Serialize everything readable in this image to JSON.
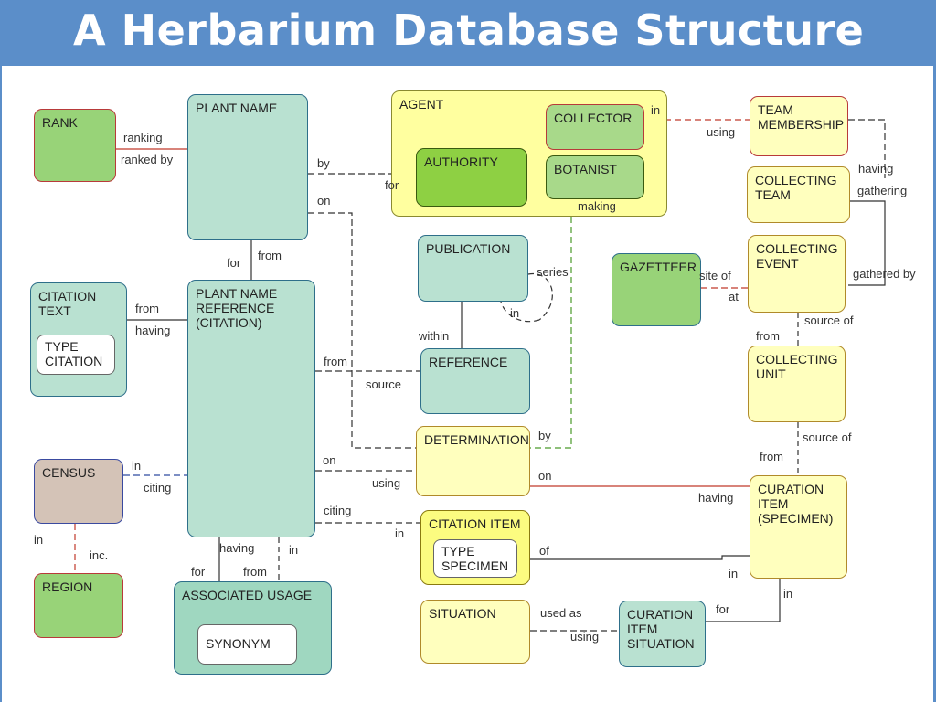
{
  "title": "A Herbarium Database Structure",
  "entities": {
    "rank": "RANK",
    "plant_name": "PLANT NAME",
    "agent": "AGENT",
    "collector": "COLLECTOR",
    "authority": "AUTHORITY",
    "botanist": "BOTANIST",
    "team_membership": "TEAM\nMEMBERSHIP",
    "collecting_team": "COLLECTING\nTEAM",
    "publication": "PUBLICATION",
    "gazetteer": "GAZETTEER",
    "collecting_event": "COLLECTING\nEVENT",
    "citation_text": "CITATION\nTEXT",
    "type_citation": "TYPE\nCITATION",
    "plant_name_reference": "PLANT NAME\nREFERENCE\n(CITATION)",
    "reference": "REFERENCE",
    "collecting_unit": "COLLECTING\nUNIT",
    "determination": "DETERMINATION",
    "census": "CENSUS",
    "curation_item": "CURATION\nITEM\n(SPECIMEN)",
    "citation_item": "CITATION ITEM",
    "type_specimen": "TYPE\nSPECIMEN",
    "region": "REGION",
    "associated_usage": "ASSOCIATED USAGE",
    "synonym": "SYNONYM",
    "situation": "SITUATION",
    "curation_item_situation": "CURATION\nITEM\nSITUATION"
  },
  "relationship_labels": [
    "ranking",
    "ranked by",
    "by",
    "for",
    "on",
    "in",
    "using",
    "making",
    "having",
    "gathering",
    "for",
    "from",
    "series",
    "in",
    "site of",
    "at",
    "gathered by",
    "from",
    "having",
    "from",
    "source",
    "within",
    "source of",
    "from",
    "by",
    "on",
    "using",
    "in",
    "citing",
    "source of",
    "from",
    "on",
    "having",
    "citing",
    "in",
    "of",
    "in",
    "in",
    "inc.",
    "having",
    "in",
    "for",
    "from",
    "used as",
    "using",
    "for",
    "in"
  ]
}
